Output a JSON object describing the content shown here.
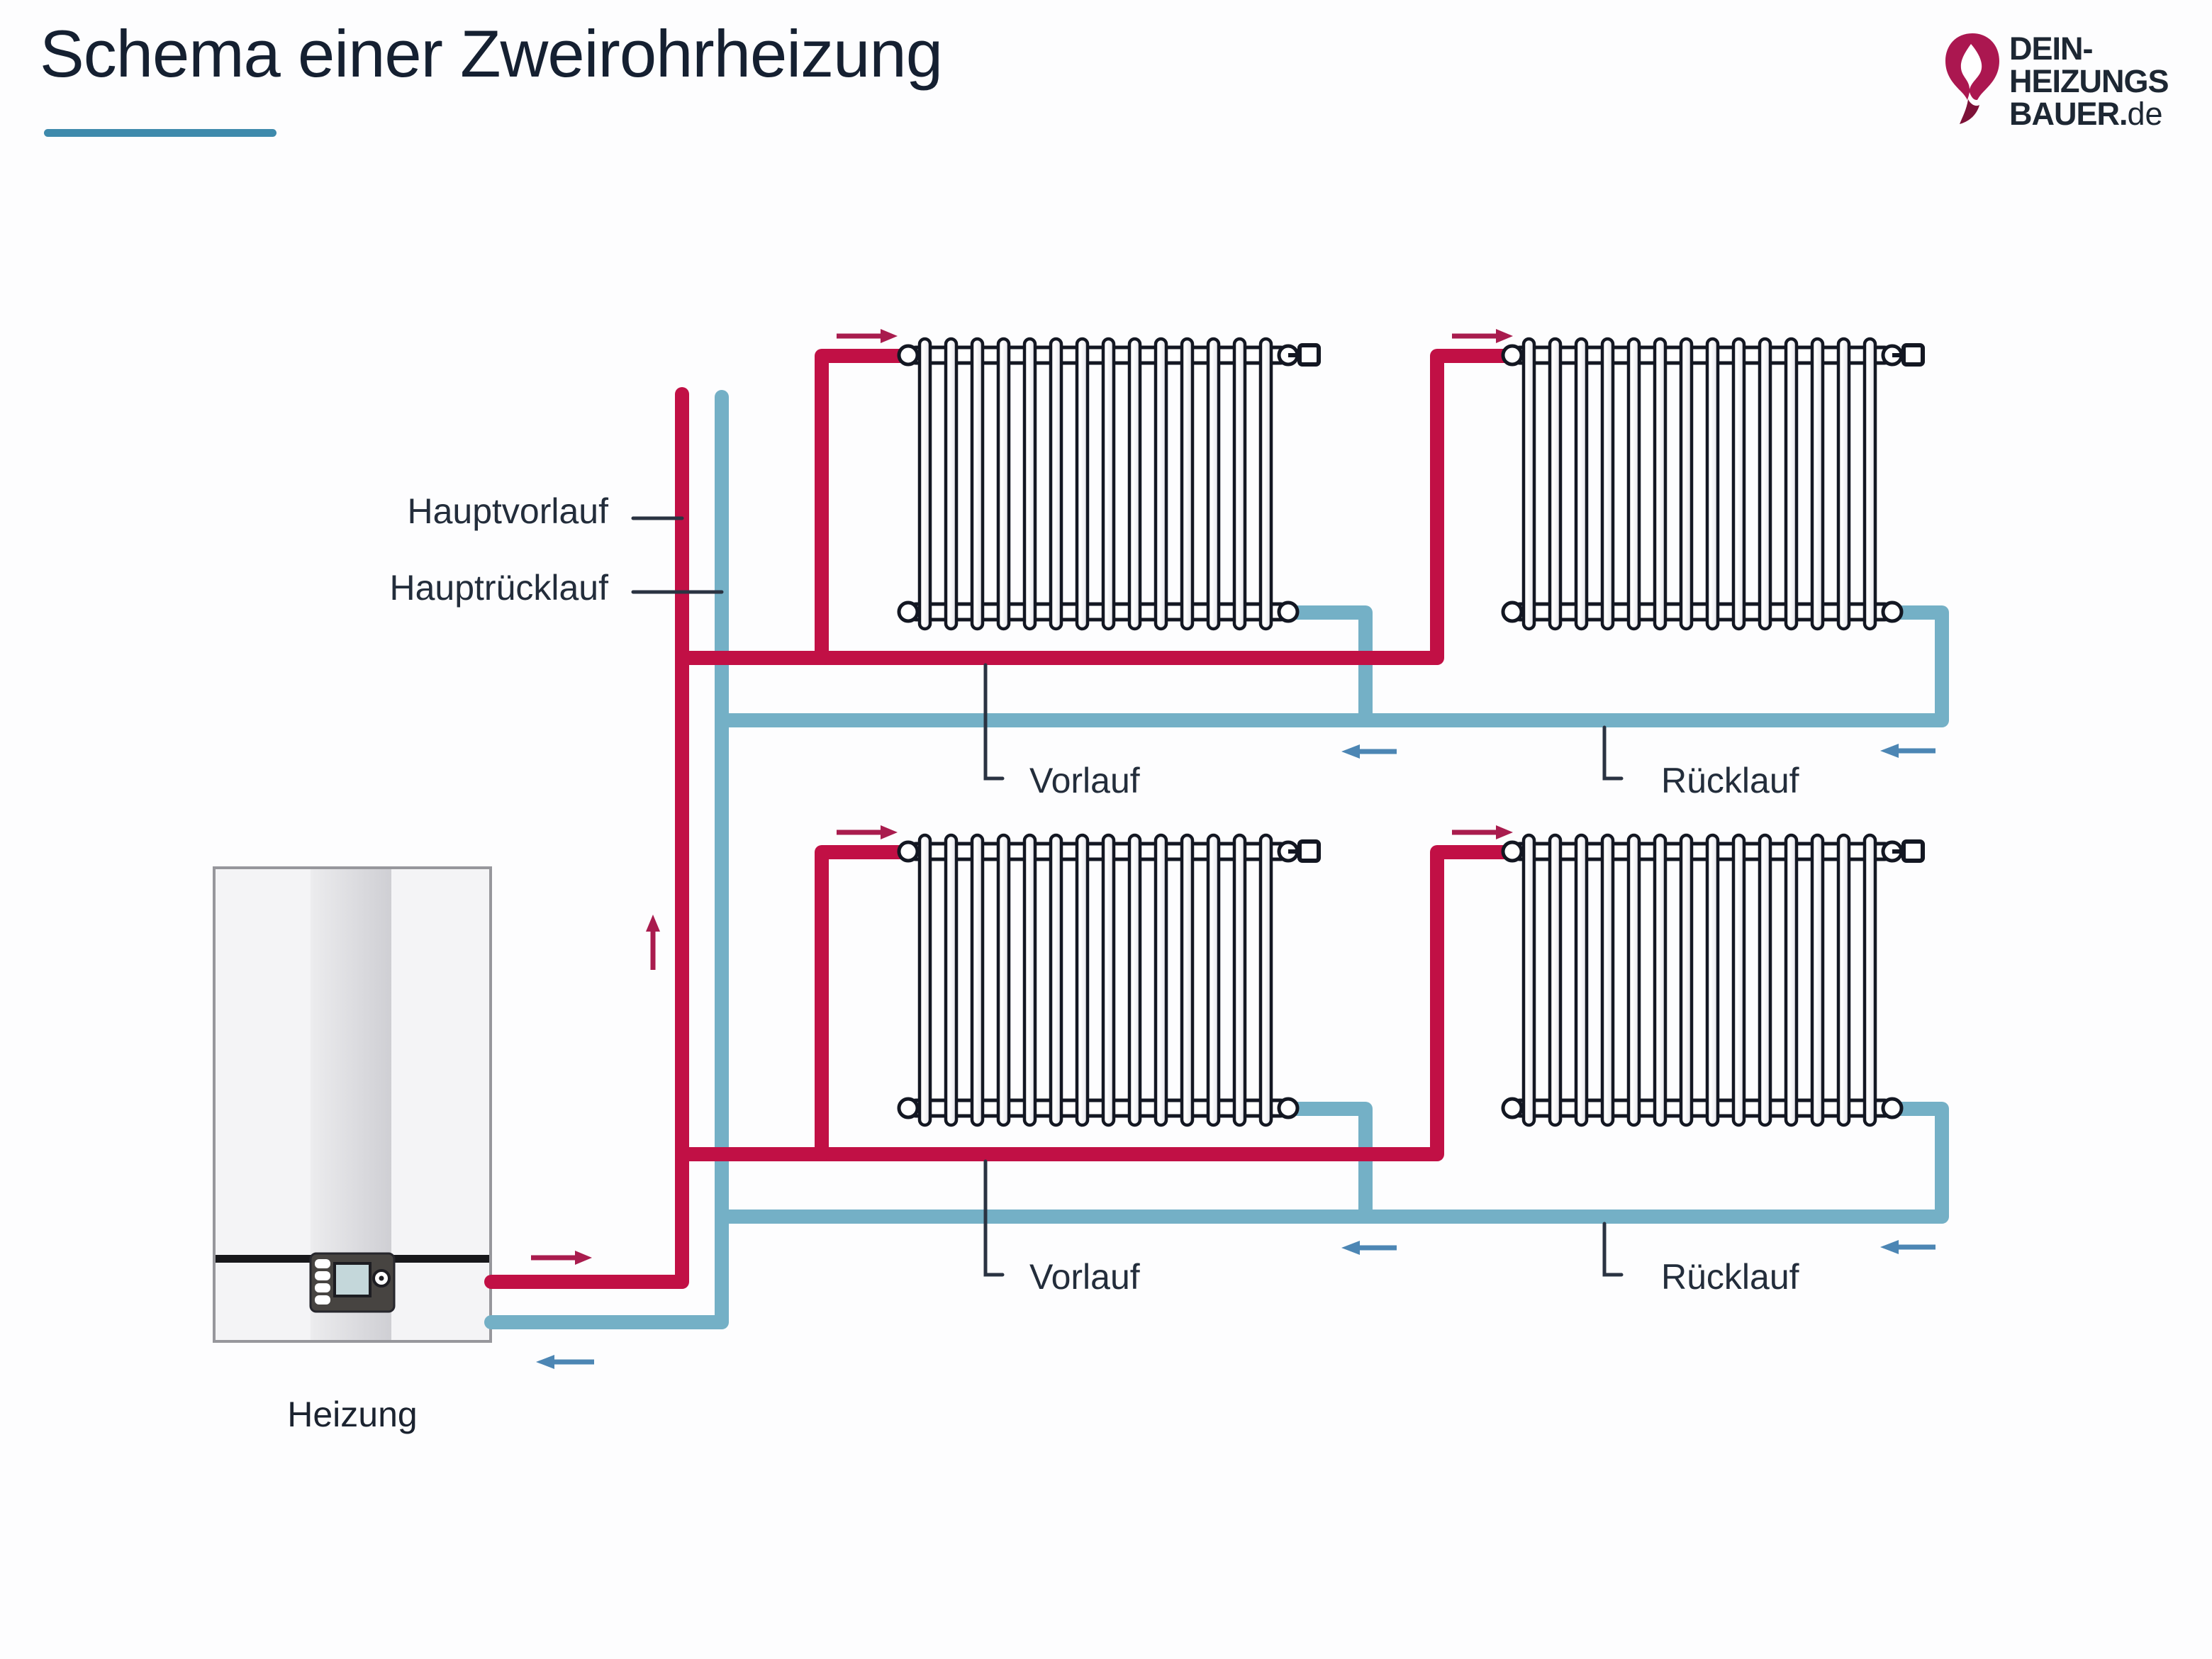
{
  "title": {
    "text": "Schema einer Zweirohrheizung"
  },
  "logo": {
    "line1": "DEIN-",
    "line2": "HEIZUNGS",
    "line3": "BAUER.",
    "line3_suffix": "de",
    "flame_color": "#ab1750",
    "flame_dark": "#7d1238",
    "text_color": "#1d2733"
  },
  "labels": {
    "main_supply": "Hauptvorlauf",
    "main_return": "Hauptrücklauf",
    "supply": "Vorlauf",
    "return": "Rücklauf",
    "boiler": "Heizung"
  },
  "colors": {
    "supply_pipe": "#c11045",
    "return_pipe": "#74b0c6",
    "supply_arrow": "#a91c4e",
    "return_arrow": "#4c86b4",
    "radiator_outline": "#131722",
    "leader_line": "#2a3342",
    "title_text": "#152031",
    "title_underline": "#3e8aac",
    "label_text": "#232d3b",
    "boiler_body": "#f4f4f6",
    "boiler_band": "#17171a",
    "boiler_panel": "#474441",
    "boiler_lcd": "#c4d7da"
  },
  "diagram": {
    "type": "two-pipe-heating-schematic",
    "rows": 2,
    "radiators_per_row": 2,
    "fins_per_radiator": 14,
    "flow_direction_supply": "right-up",
    "flow_direction_return": "left-down"
  }
}
